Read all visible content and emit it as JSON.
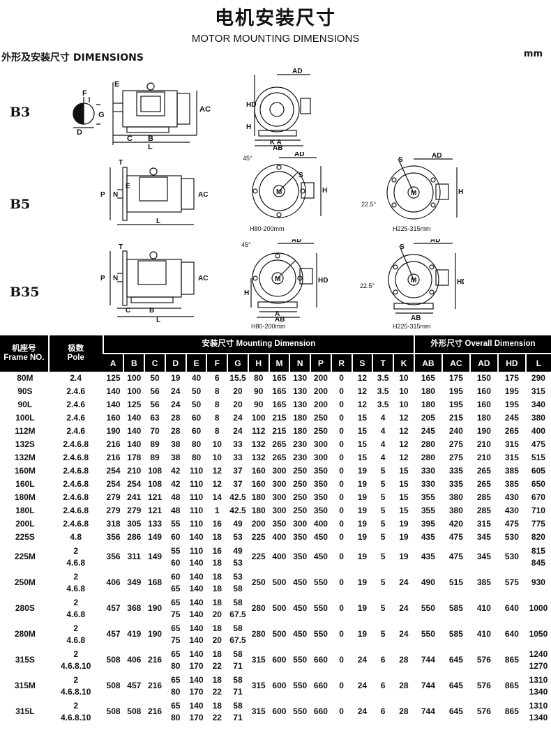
{
  "header": {
    "title_cn": "电机安装尺寸",
    "title_en": "MOTOR MOUNTING DIMENSIONS",
    "section_title": "外形及安装尺寸 DIMENSIONS",
    "unit": "mm"
  },
  "drawings": {
    "b3_label": "B3",
    "b5_label": "B5",
    "b35_label": "B35",
    "caption_small": "H80-200mm",
    "caption_large": "H225-315mm",
    "angle_45": "45°",
    "angle_225": "22.5°"
  },
  "table": {
    "frame_header": "机座号\nFrame NO.",
    "pole_header": "极数\nPole",
    "mount_header": "安装尺寸 Mounting Dimension",
    "overall_header": "外形尺寸 Overall Dimension",
    "mount_cols": [
      "A",
      "B",
      "C",
      "D",
      "E",
      "F",
      "G",
      "H",
      "M",
      "N",
      "P",
      "R",
      "S",
      "T",
      "K"
    ],
    "overall_cols": [
      "AB",
      "AC",
      "AD",
      "HD",
      "L"
    ],
    "rows": [
      {
        "frame": "80M",
        "pole": [
          "2.4"
        ],
        "A": "125",
        "B": "100",
        "C": "50",
        "D": [
          "19"
        ],
        "E": [
          "40"
        ],
        "F": [
          "6"
        ],
        "G": [
          "15.5"
        ],
        "H": "80",
        "M": "165",
        "N": "130",
        "P": "200",
        "R": "0",
        "S": "12",
        "T": "3.5",
        "K": "10",
        "AB": "165",
        "AC": "175",
        "AD": "150",
        "HD": "175",
        "L": [
          "290"
        ]
      },
      {
        "frame": "90S",
        "pole": [
          "2.4.6"
        ],
        "A": "140",
        "B": "100",
        "C": "56",
        "D": [
          "24"
        ],
        "E": [
          "50"
        ],
        "F": [
          "8"
        ],
        "G": [
          "20"
        ],
        "H": "90",
        "M": "165",
        "N": "130",
        "P": "200",
        "R": "0",
        "S": "12",
        "T": "3.5",
        "K": "10",
        "AB": "180",
        "AC": "195",
        "AD": "160",
        "HD": "195",
        "L": [
          "315"
        ]
      },
      {
        "frame": "90L",
        "pole": [
          "2.4.6"
        ],
        "A": "140",
        "B": "125",
        "C": "56",
        "D": [
          "24"
        ],
        "E": [
          "50"
        ],
        "F": [
          "8"
        ],
        "G": [
          "20"
        ],
        "H": "90",
        "M": "165",
        "N": "130",
        "P": "200",
        "R": "0",
        "S": "12",
        "T": "3.5",
        "K": "10",
        "AB": "180",
        "AC": "195",
        "AD": "160",
        "HD": "195",
        "L": [
          "340"
        ]
      },
      {
        "frame": "100L",
        "pole": [
          "2.4.6"
        ],
        "A": "160",
        "B": "140",
        "C": "63",
        "D": [
          "28"
        ],
        "E": [
          "60"
        ],
        "F": [
          "8"
        ],
        "G": [
          "24"
        ],
        "H": "100",
        "M": "215",
        "N": "180",
        "P": "250",
        "R": "0",
        "S": "15",
        "T": "4",
        "K": "12",
        "AB": "205",
        "AC": "215",
        "AD": "180",
        "HD": "245",
        "L": [
          "380"
        ]
      },
      {
        "frame": "112M",
        "pole": [
          "2.4.6"
        ],
        "A": "190",
        "B": "140",
        "C": "70",
        "D": [
          "28"
        ],
        "E": [
          "60"
        ],
        "F": [
          "8"
        ],
        "G": [
          "24"
        ],
        "H": "112",
        "M": "215",
        "N": "180",
        "P": "250",
        "R": "0",
        "S": "15",
        "T": "4",
        "K": "12",
        "AB": "245",
        "AC": "240",
        "AD": "190",
        "HD": "265",
        "L": [
          "400"
        ]
      },
      {
        "frame": "132S",
        "pole": [
          "2.4.6.8"
        ],
        "A": "216",
        "B": "140",
        "C": "89",
        "D": [
          "38"
        ],
        "E": [
          "80"
        ],
        "F": [
          "10"
        ],
        "G": [
          "33"
        ],
        "H": "132",
        "M": "265",
        "N": "230",
        "P": "300",
        "R": "0",
        "S": "15",
        "T": "4",
        "K": "12",
        "AB": "280",
        "AC": "275",
        "AD": "210",
        "HD": "315",
        "L": [
          "475"
        ]
      },
      {
        "frame": "132M",
        "pole": [
          "2.4.6.8"
        ],
        "A": "216",
        "B": "178",
        "C": "89",
        "D": [
          "38"
        ],
        "E": [
          "80"
        ],
        "F": [
          "10"
        ],
        "G": [
          "33"
        ],
        "H": "132",
        "M": "265",
        "N": "230",
        "P": "300",
        "R": "0",
        "S": "15",
        "T": "4",
        "K": "12",
        "AB": "280",
        "AC": "275",
        "AD": "210",
        "HD": "315",
        "L": [
          "515"
        ]
      },
      {
        "frame": "160M",
        "pole": [
          "2.4.6.8"
        ],
        "A": "254",
        "B": "210",
        "C": "108",
        "D": [
          "42"
        ],
        "E": [
          "110"
        ],
        "F": [
          "12"
        ],
        "G": [
          "37"
        ],
        "H": "160",
        "M": "300",
        "N": "250",
        "P": "350",
        "R": "0",
        "S": "19",
        "T": "5",
        "K": "15",
        "AB": "330",
        "AC": "335",
        "AD": "265",
        "HD": "385",
        "L": [
          "605"
        ]
      },
      {
        "frame": "160L",
        "pole": [
          "2.4.6.8"
        ],
        "A": "254",
        "B": "254",
        "C": "108",
        "D": [
          "42"
        ],
        "E": [
          "110"
        ],
        "F": [
          "12"
        ],
        "G": [
          "37"
        ],
        "H": "160",
        "M": "300",
        "N": "250",
        "P": "350",
        "R": "0",
        "S": "19",
        "T": "5",
        "K": "15",
        "AB": "330",
        "AC": "335",
        "AD": "265",
        "HD": "385",
        "L": [
          "650"
        ]
      },
      {
        "frame": "180M",
        "pole": [
          "2.4.6.8"
        ],
        "A": "279",
        "B": "241",
        "C": "121",
        "D": [
          "48"
        ],
        "E": [
          "110"
        ],
        "F": [
          "14"
        ],
        "G": [
          "42.5"
        ],
        "H": "180",
        "M": "300",
        "N": "250",
        "P": "350",
        "R": "0",
        "S": "19",
        "T": "5",
        "K": "15",
        "AB": "355",
        "AC": "380",
        "AD": "285",
        "HD": "430",
        "L": [
          "670"
        ]
      },
      {
        "frame": "180L",
        "pole": [
          "2.4.6.8"
        ],
        "A": "279",
        "B": "279",
        "C": "121",
        "D": [
          "48"
        ],
        "E": [
          "110"
        ],
        "F": [
          "1"
        ],
        "G": [
          "42.5"
        ],
        "H": "180",
        "M": "300",
        "N": "250",
        "P": "350",
        "R": "0",
        "S": "19",
        "T": "5",
        "K": "15",
        "AB": "355",
        "AC": "380",
        "AD": "285",
        "HD": "430",
        "L": [
          "710"
        ]
      },
      {
        "frame": "200L",
        "pole": [
          "2.4.6.8"
        ],
        "A": "318",
        "B": "305",
        "C": "133",
        "D": [
          "55"
        ],
        "E": [
          "110"
        ],
        "F": [
          "16"
        ],
        "G": [
          "49"
        ],
        "H": "200",
        "M": "350",
        "N": "300",
        "P": "400",
        "R": "0",
        "S": "19",
        "T": "5",
        "K": "19",
        "AB": "395",
        "AC": "420",
        "AD": "315",
        "HD": "475",
        "L": [
          "775"
        ]
      },
      {
        "frame": "225S",
        "pole": [
          "4.8"
        ],
        "A": "356",
        "B": "286",
        "C": "149",
        "D": [
          "60"
        ],
        "E": [
          "140"
        ],
        "F": [
          "18"
        ],
        "G": [
          "53"
        ],
        "H": "225",
        "M": "400",
        "N": "350",
        "P": "450",
        "R": "0",
        "S": "19",
        "T": "5",
        "K": "19",
        "AB": "435",
        "AC": "475",
        "AD": "345",
        "HD": "530",
        "L": [
          "820"
        ]
      },
      {
        "frame": "225M",
        "pole": [
          "2",
          "4.6.8"
        ],
        "A": "356",
        "B": "311",
        "C": "149",
        "D": [
          "55",
          "60"
        ],
        "E": [
          "110",
          "140"
        ],
        "F": [
          "16",
          "18"
        ],
        "G": [
          "49",
          "53"
        ],
        "H": "225",
        "M": "400",
        "N": "350",
        "P": "450",
        "R": "0",
        "S": "19",
        "T": "5",
        "K": "19",
        "AB": "435",
        "AC": "475",
        "AD": "345",
        "HD": "530",
        "L": [
          "815",
          "845"
        ]
      },
      {
        "frame": "250M",
        "pole": [
          "2",
          "4.6.8"
        ],
        "A": "406",
        "B": "349",
        "C": "168",
        "D": [
          "60",
          "65"
        ],
        "E": [
          "140",
          "140"
        ],
        "F": [
          "18",
          "18"
        ],
        "G": [
          "53",
          "58"
        ],
        "H": "250",
        "M": "500",
        "N": "450",
        "P": "550",
        "R": "0",
        "S": "19",
        "T": "5",
        "K": "24",
        "AB": "490",
        "AC": "515",
        "AD": "385",
        "HD": "575",
        "L": [
          "930"
        ]
      },
      {
        "frame": "280S",
        "pole": [
          "2",
          "4.6.8"
        ],
        "A": "457",
        "B": "368",
        "C": "190",
        "D": [
          "65",
          "75"
        ],
        "E": [
          "140",
          "140"
        ],
        "F": [
          "18",
          "20"
        ],
        "G": [
          "58",
          "67.5"
        ],
        "H": "280",
        "M": "500",
        "N": "450",
        "P": "550",
        "R": "0",
        "S": "19",
        "T": "5",
        "K": "24",
        "AB": "550",
        "AC": "585",
        "AD": "410",
        "HD": "640",
        "L": [
          "1000"
        ]
      },
      {
        "frame": "280M",
        "pole": [
          "2",
          "4.6.8"
        ],
        "A": "457",
        "B": "419",
        "C": "190",
        "D": [
          "65",
          "75"
        ],
        "E": [
          "140",
          "140"
        ],
        "F": [
          "18",
          "20"
        ],
        "G": [
          "58",
          "67.5"
        ],
        "H": "280",
        "M": "500",
        "N": "450",
        "P": "550",
        "R": "0",
        "S": "19",
        "T": "5",
        "K": "24",
        "AB": "550",
        "AC": "585",
        "AD": "410",
        "HD": "640",
        "L": [
          "1050"
        ]
      },
      {
        "frame": "315S",
        "pole": [
          "2",
          "4.6.8.10"
        ],
        "A": "508",
        "B": "406",
        "C": "216",
        "D": [
          "65",
          "80"
        ],
        "E": [
          "140",
          "170"
        ],
        "F": [
          "18",
          "22"
        ],
        "G": [
          "58",
          "71"
        ],
        "H": "315",
        "M": "600",
        "N": "550",
        "P": "660",
        "R": "0",
        "S": "24",
        "T": "6",
        "K": "28",
        "AB": "744",
        "AC": "645",
        "AD": "576",
        "HD": "865",
        "L": [
          "1240",
          "1270"
        ]
      },
      {
        "frame": "315M",
        "pole": [
          "2",
          "4.6.8.10"
        ],
        "A": "508",
        "B": "457",
        "C": "216",
        "D": [
          "65",
          "80"
        ],
        "E": [
          "140",
          "170"
        ],
        "F": [
          "18",
          "22"
        ],
        "G": [
          "58",
          "71"
        ],
        "H": "315",
        "M": "600",
        "N": "550",
        "P": "660",
        "R": "0",
        "S": "24",
        "T": "6",
        "K": "28",
        "AB": "744",
        "AC": "645",
        "AD": "576",
        "HD": "865",
        "L": [
          "1310",
          "1340"
        ]
      },
      {
        "frame": "315L",
        "pole": [
          "2",
          "4.6.8.10"
        ],
        "A": "508",
        "B": "508",
        "C": "216",
        "D": [
          "65",
          "80"
        ],
        "E": [
          "140",
          "170"
        ],
        "F": [
          "18",
          "22"
        ],
        "G": [
          "58",
          "71"
        ],
        "H": "315",
        "M": "600",
        "N": "550",
        "P": "660",
        "R": "0",
        "S": "24",
        "T": "6",
        "K": "28",
        "AB": "744",
        "AC": "645",
        "AD": "576",
        "HD": "865",
        "L": [
          "1310",
          "1340"
        ]
      }
    ]
  }
}
